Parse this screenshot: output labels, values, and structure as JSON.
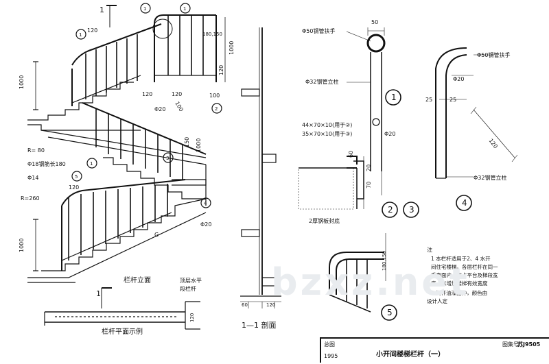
{
  "labels": {
    "dim_120_a": "120",
    "dim_120_b": "120",
    "dim_120_c": "120",
    "dim_120_d": "120",
    "dim_120_e": "120",
    "dim_120_f": "120",
    "dim_180_150_a": "180,150",
    "dim_180_150_b": "180,150",
    "dim_1000_a": "1000",
    "dim_1000_b": "1000",
    "dim_1000_c": "1000",
    "dim_1000_d": "1000",
    "dim_100_a": "100",
    "dim_100_b": "100",
    "dim_150": "150",
    "dim_50": "50",
    "dim_60_a": "60",
    "dim_60_b": "60",
    "dim_70": "70",
    "dim_20": "20",
    "dim_25_a": "25",
    "dim_25_b": "25",
    "dim_120_diag": "120",
    "phi20_a": "Φ20",
    "phi20_b": "Φ20",
    "phi20_c": "Φ20",
    "phi20_d": "Φ20",
    "phi14": "Φ14",
    "phi18": "Φ18钢筋长180",
    "r80": "R= 80",
    "r260": "R=260",
    "handrail_50": "Φ50钢管扶手",
    "post_32": "Φ32钢管立柱",
    "handrail_50_b": "Φ50钢管扶手",
    "post_32_b": "Φ32钢管立柱",
    "angle_2": "44×70×10(用于②)",
    "angle_3": "35×70×10(用于③)",
    "plate": "2厚钢板封底",
    "railing_elev": "栏杆立面",
    "top_rail": "顶层水平",
    "top_rail_2": "段栏杆",
    "section_11": "1—1 剖面",
    "plan_title": "栏杆平面示例",
    "section_mark": "1",
    "callout_1": "1",
    "callout_2": "2",
    "callout_3": "3",
    "callout_4": "4",
    "callout_5": "5",
    "note_head": "注",
    "note_1": "1  本栏杆适用于2、4 水开",
    "note_2": "间住宅楼梯。各层栏杆在同一",
    "note_3": "垂直面内，不占平台及梯段宽",
    "note_4": "度，以增加楼梯有效宽度",
    "note_5": "2  栏杆油漆品种，颜色由",
    "note_6": "设计人定",
    "watermark": "bzxz.net",
    "tb_atlas": "图集号",
    "tb_atlas_no": "苏J9505",
    "tb_title": "小开间楼梯栏杆（一）",
    "tb_label": "总图",
    "tb_label2": "1995",
    "tb_g": "G"
  }
}
